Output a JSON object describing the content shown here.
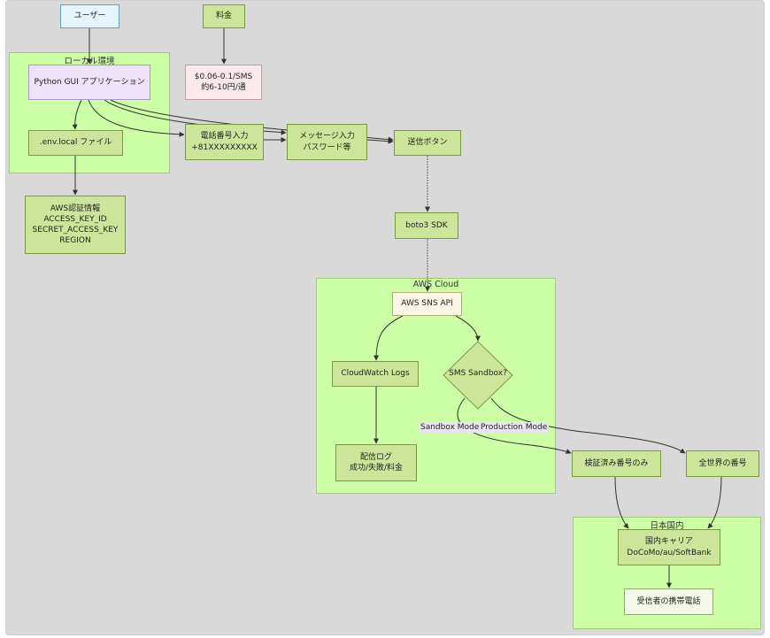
{
  "clusters": {
    "local": "ローカル環境",
    "aws": "AWS Cloud",
    "japan": "日本国内"
  },
  "nodes": {
    "user": "ユーザー",
    "price": "料金",
    "app": "Python GUI アプリケーション",
    "cost": "$0.06-0.1/SMS\n約6-10円/通",
    "env": ".env.local ファイル",
    "phone_input": "電話番号入力\n+81XXXXXXXXX",
    "msg_input": "メッセージ入力\nパスワード等",
    "send": "送信ボタン",
    "creds": "AWS認証情報\nACCESS_KEY_ID\nSECRET_ACCESS_KEY\nREGION",
    "boto": "boto3 SDK",
    "sns": "AWS SNS API",
    "cloudwatch": "CloudWatch Logs",
    "sandbox": "SMS Sandbox?",
    "log": "配信ログ\n成功/失敗/料金",
    "verified": "検証済み番号のみ",
    "global": "全世界の番号",
    "carrier": "国内キャリア\nDoCoMo/au/SoftBank",
    "receiver": "受信者の携帯電話"
  },
  "edge_labels": {
    "sandbox_mode": "Sandbox Mode",
    "production_mode": "Production Mode"
  },
  "colors": {
    "cluster_fill": "#ccffa6",
    "node_fill": "#cde59a",
    "user_fill": "#e3f6ff",
    "app_fill": "#efe3fb",
    "price_fill": "#fde9ec",
    "api_fill": "#fdf6e3",
    "phone_fill": "#f3fbe8",
    "background": "#d9d9d9"
  }
}
